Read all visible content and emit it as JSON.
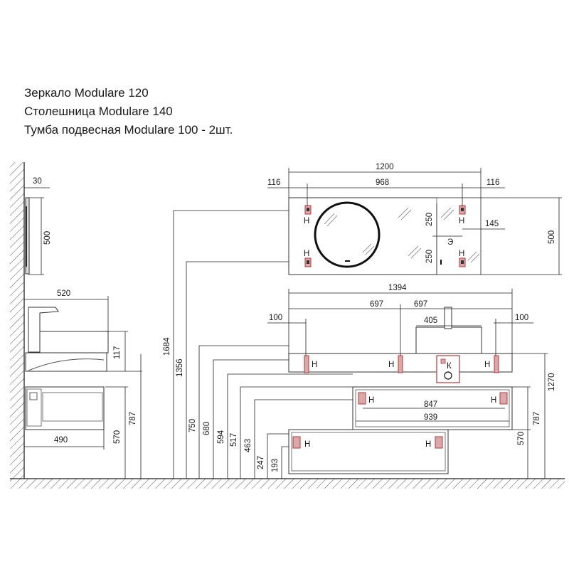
{
  "title_lines": [
    "Зеркало Modulare 120",
    "Столешница Modulare 140",
    "Тумба подвесная Modulare 100 - 2шт."
  ],
  "side_view": {
    "mirror_depth": "30",
    "mirror_height": "500",
    "top_depth": "520",
    "top_height": "117",
    "cabinet_depth": "490",
    "cabinet_height": "570",
    "cabinet_mount_height": "787"
  },
  "front_view": {
    "mirror_width": "1200",
    "mirror_inner_width": "968",
    "mirror_left_offset": "116",
    "mirror_right_offset": "116",
    "mirror_half_top": "250",
    "mirror_half_bottom": "250",
    "mirror_height": "500",
    "socket_offset": "145",
    "top_width": "1394",
    "top_left_offset": "100",
    "top_left_half": "697",
    "top_right_half": "697",
    "top_right_offset": "100",
    "basin_width": "405",
    "cabinet_inner_width": "847",
    "cabinet_width": "939",
    "top_height_right": "1270",
    "cabinet_upper_height_right": "787",
    "cabinet_upper_box_right": "570"
  },
  "heights": [
    "1684",
    "1356",
    "750",
    "680",
    "594",
    "517",
    "463",
    "247",
    "193"
  ],
  "markers": {
    "socket": "Н",
    "electric": "Э",
    "sewer": "К"
  }
}
